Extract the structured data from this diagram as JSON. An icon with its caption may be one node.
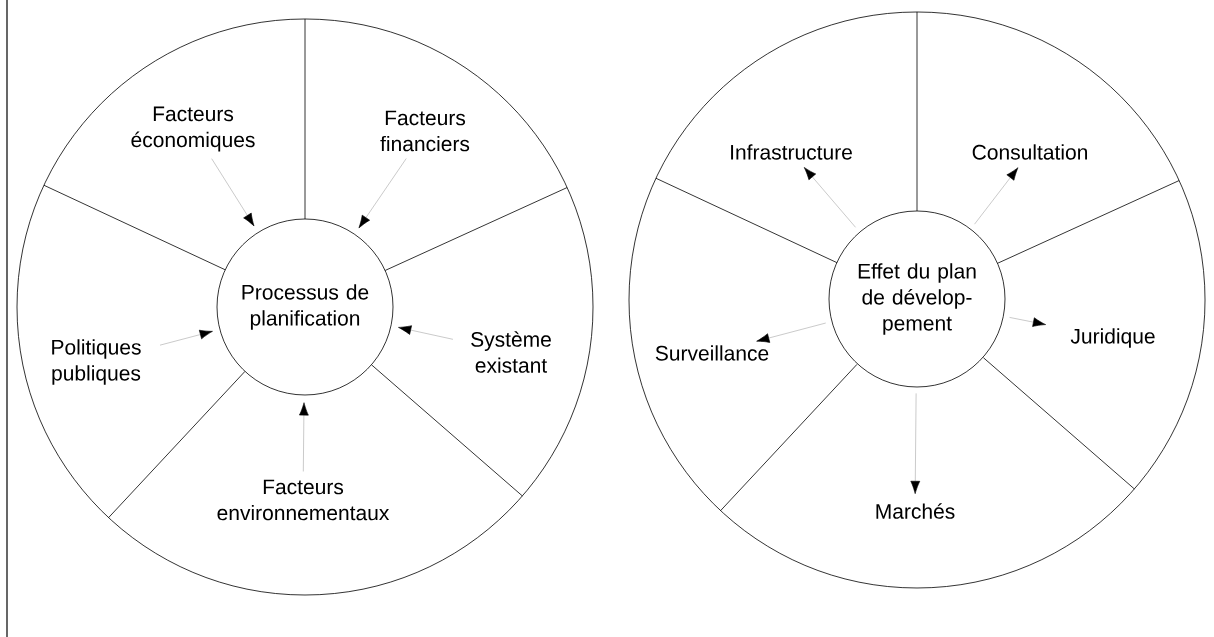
{
  "diagram": {
    "nodes": [
      {
        "text": [
          "Facteurs économiques"
        ]
      },
      {
        "text": [
          "Facteurs financiers"
        ]
      },
      {
        "text": [
          "Processus de planification"
        ]
      },
      {
        "text": [
          "Politiques publiques"
        ]
      },
      {
        "text": [
          "Système existant"
        ]
      },
      {
        "text": [
          "Facteurs environnementaux"
        ]
      },
      {
        "text": [
          "Effet du plan de dévelop- pement"
        ]
      },
      {
        "text": [
          "Infrastructure"
        ]
      },
      {
        "text": [
          "Consultation"
        ]
      },
      {
        "text": [
          "Surveillance"
        ]
      },
      {
        "text": [
          "Juridique"
        ]
      },
      {
        "text": [
          "Marchés"
        ]
      }
    ],
    "edges": [
      {
        "from": 0,
        "to": 2,
        "arrow": "to"
      },
      {
        "from": 1,
        "to": 2,
        "arrow": "to"
      },
      {
        "from": 3,
        "to": 2,
        "arrow": "to"
      },
      {
        "from": 4,
        "to": 2,
        "arrow": "to"
      },
      {
        "from": 5,
        "to": 2,
        "arrow": "to"
      },
      {
        "from": 6,
        "to": 7,
        "arrow": "to"
      },
      {
        "from": 6,
        "to": 8,
        "arrow": "to"
      },
      {
        "from": 6,
        "to": 9,
        "arrow": "to"
      },
      {
        "from": 6,
        "to": 10,
        "arrow": "to"
      },
      {
        "from": 6,
        "to": 11,
        "arrow": "to"
      }
    ]
  }
}
